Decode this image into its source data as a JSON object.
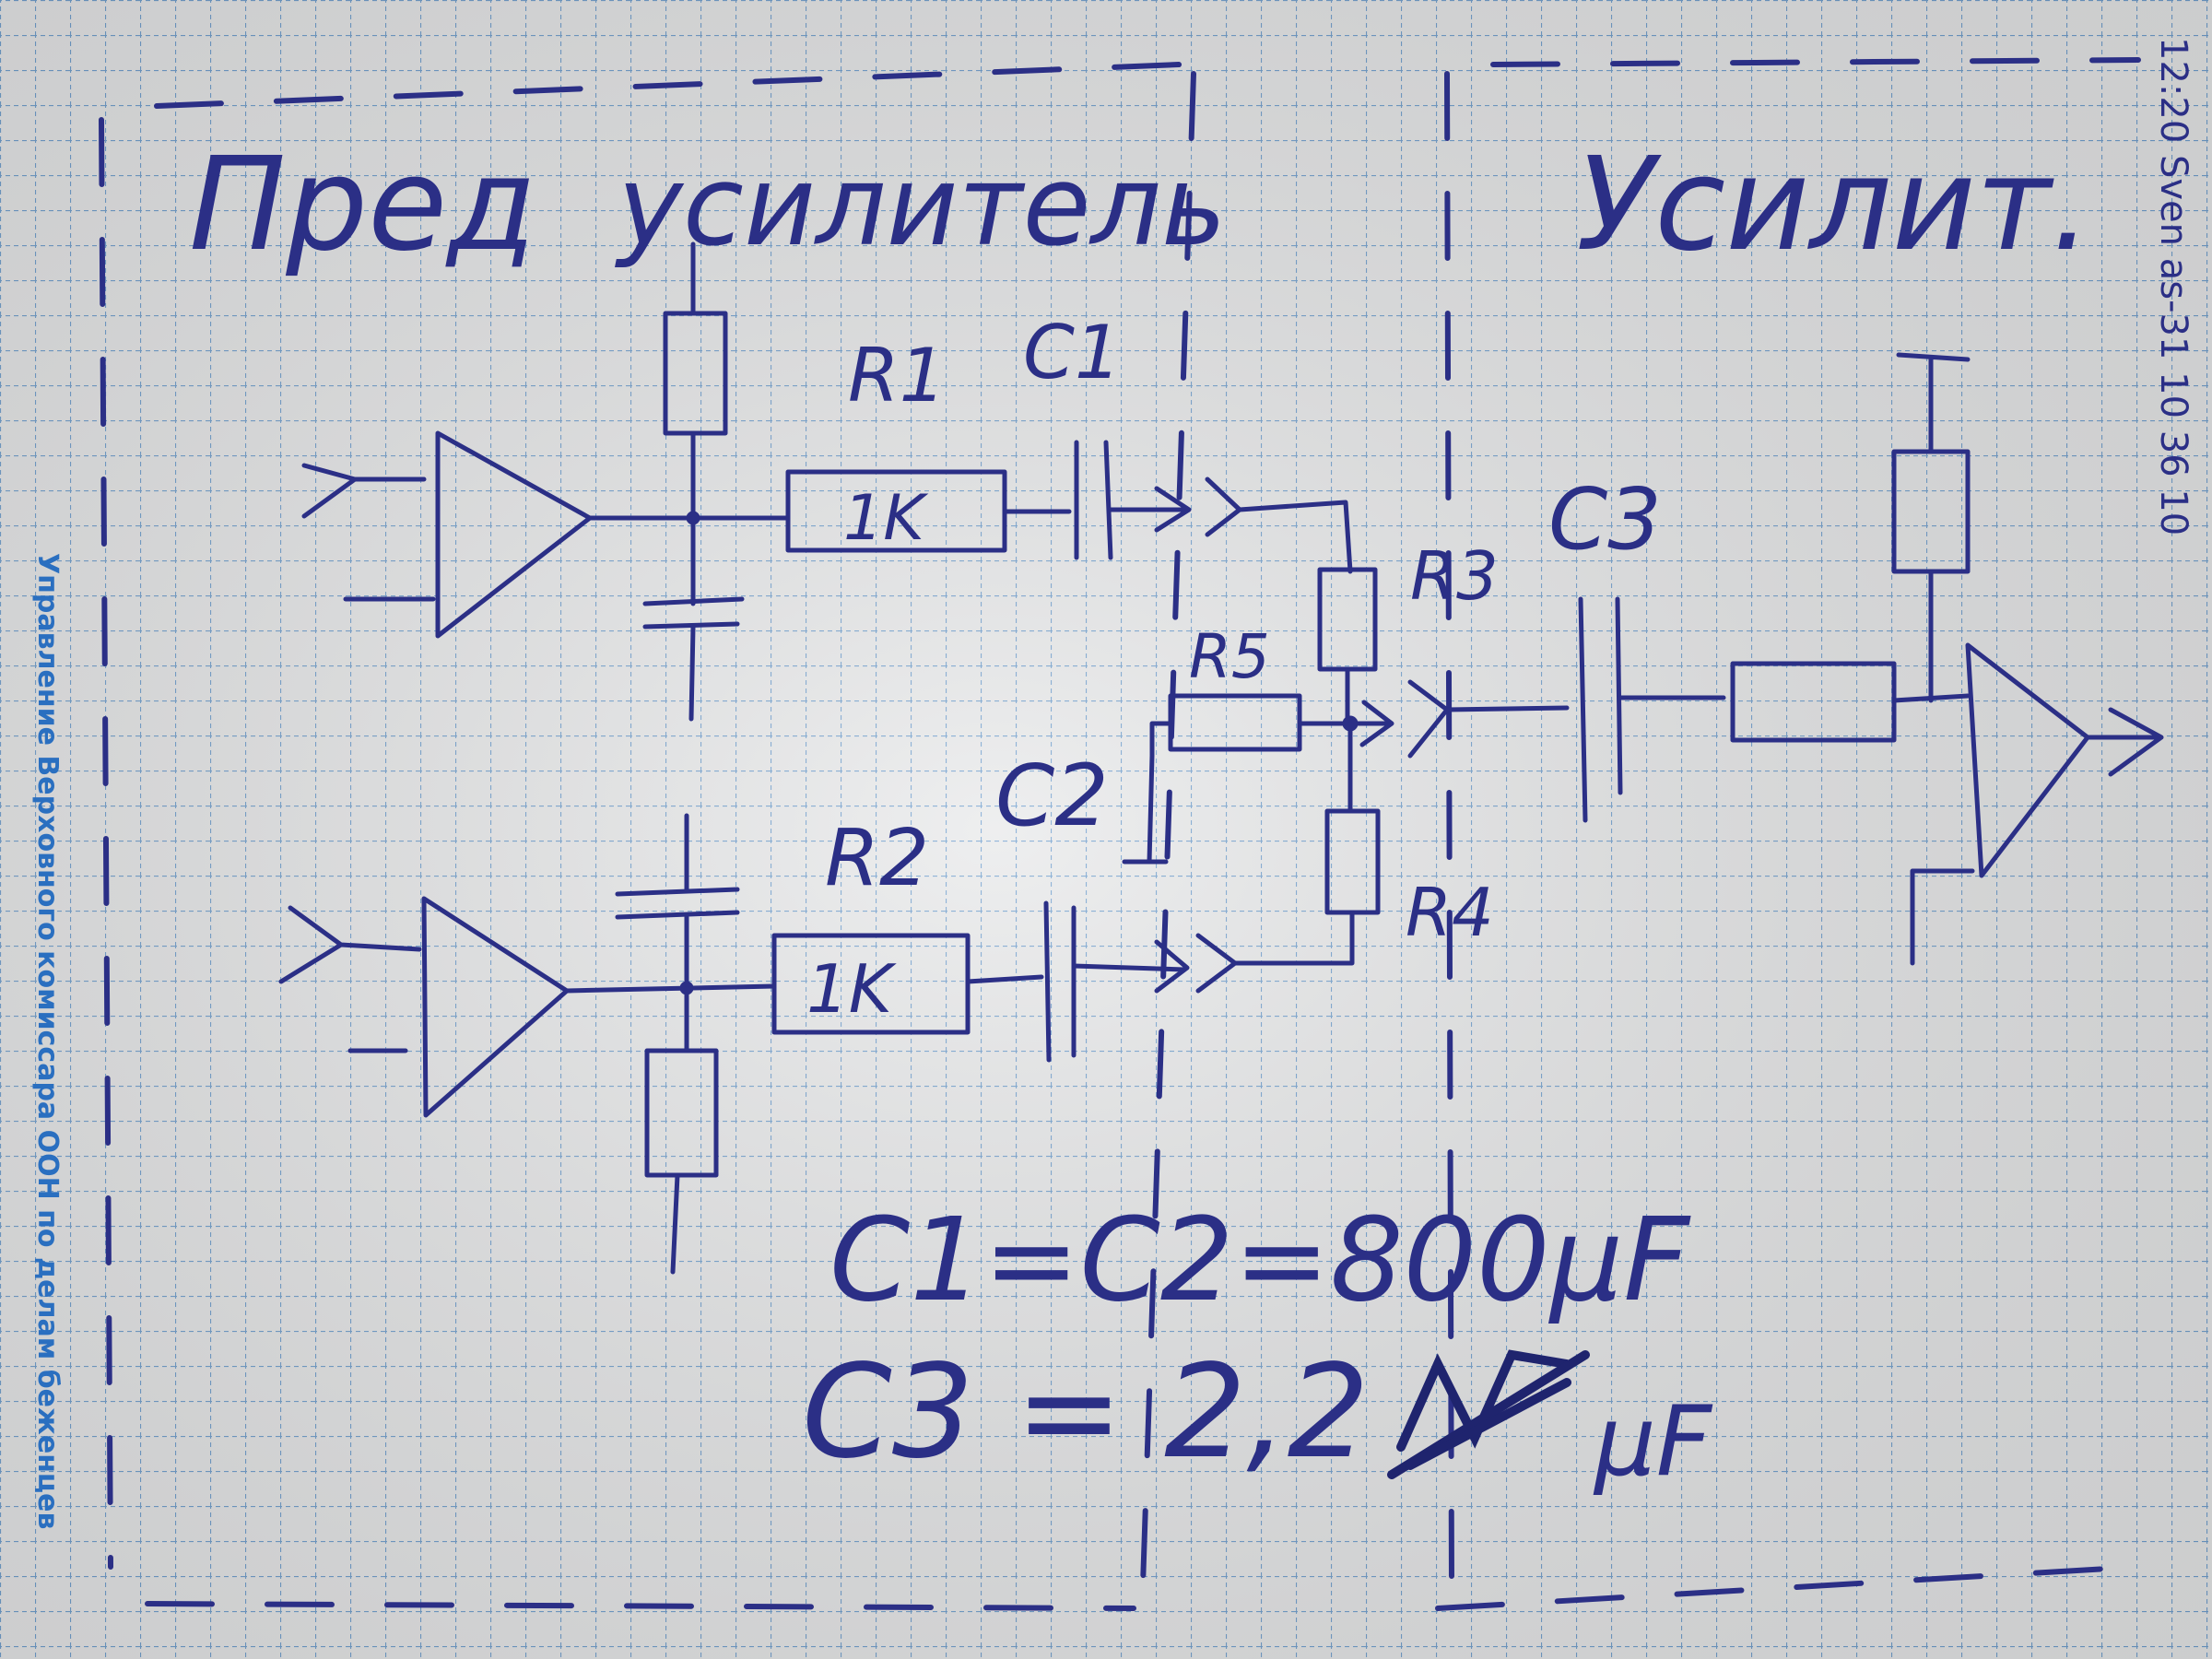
{
  "sections": {
    "preamp_title_1": "Пред",
    "preamp_title_2": "усилитель",
    "amp_title": "Усилит."
  },
  "components": {
    "r1": "R1",
    "r1_value": "1K",
    "c1": "C1",
    "r2": "R2",
    "r2_value": "1K",
    "c2": "C2",
    "r3": "R3",
    "r4": "R4",
    "r5": "R5",
    "c3": "C3"
  },
  "notes": {
    "line1": "C1=C2=800μF",
    "line2_prefix": "C3 = 2,2",
    "line2_unit": "μF"
  },
  "margin_vertical_text": "Управление Верховного комиссара ООН по делам беженцев",
  "edge_scribble": "12:20 Sven as-31 10 36 10",
  "colors": {
    "paper": "#e9eaea",
    "grid": "#6f9fcf",
    "ink": "#2b2f86",
    "margin_print": "#2a6fc0"
  }
}
